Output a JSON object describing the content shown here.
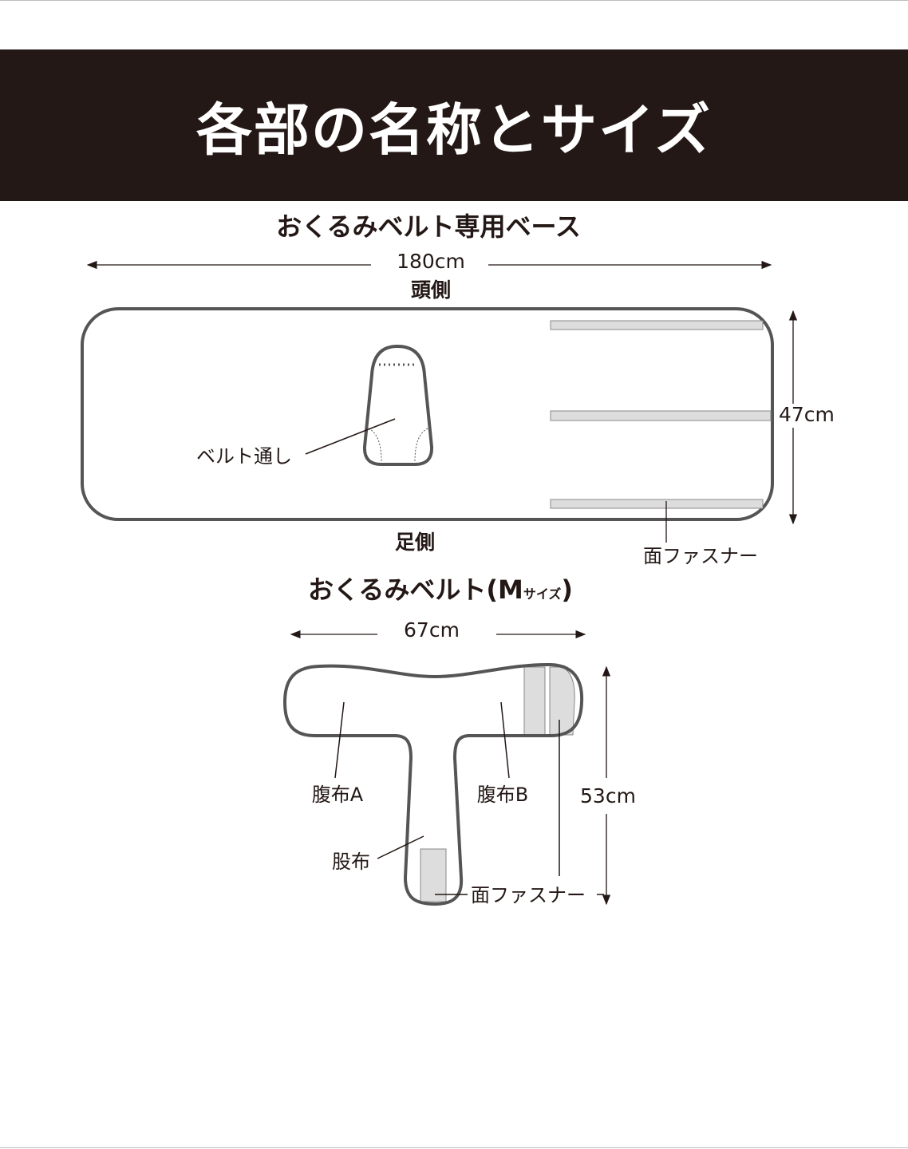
{
  "title": "各部の名称とサイズ",
  "base": {
    "subtitle": "おくるみベルト専用ベース",
    "width": "180cm",
    "height": "47cm",
    "head_side": "頭側",
    "foot_side": "足側",
    "belt_loop": "ベルト通し",
    "velcro": "面ファスナー"
  },
  "belt": {
    "subtitle": "おくるみベルト(M",
    "size_small": "サイズ",
    "subtitle_close": ")",
    "width": "67cm",
    "height": "53cm",
    "belly_a": "腹布A",
    "belly_b": "腹布B",
    "crotch": "股布",
    "velcro": "面ファスナー"
  },
  "colors": {
    "banner": "#231815",
    "outline": "#555555",
    "velcro": "#dddddd"
  }
}
